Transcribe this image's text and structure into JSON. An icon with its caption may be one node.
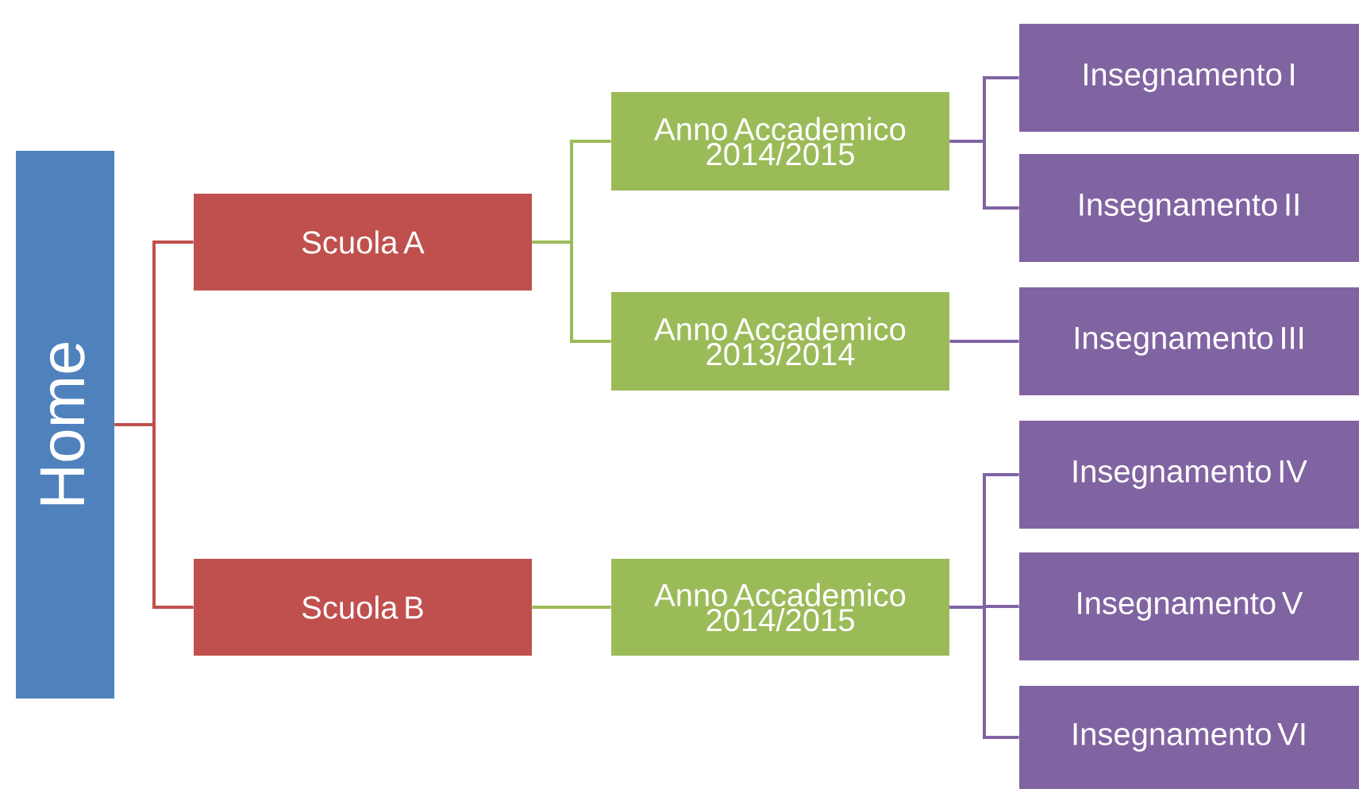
{
  "diagram": {
    "nodes": [
      {
        "text": [
          "Home"
        ]
      },
      {
        "text": [
          "Scuola A"
        ]
      },
      {
        "text": [
          "Scuola B"
        ]
      },
      {
        "text": [
          "Anno Accademico 2014/2015"
        ]
      },
      {
        "text": [
          "Anno Accademico 2013/2014"
        ]
      },
      {
        "text": [
          "Anno Accademico 2014/2015"
        ]
      },
      {
        "text": [
          "Insegnamento I"
        ]
      },
      {
        "text": [
          "Insegnamento II"
        ]
      },
      {
        "text": [
          "Insegnamento III"
        ]
      },
      {
        "text": [
          "Insegnamento IV"
        ]
      },
      {
        "text": [
          "Insegnamento V"
        ]
      },
      {
        "text": [
          "Insegnamento VI"
        ]
      }
    ],
    "edges": [
      {
        "from": 0,
        "to": 1,
        "arrow": "none",
        "color": "#c0504d"
      },
      {
        "from": 0,
        "to": 2,
        "arrow": "none",
        "color": "#c0504d"
      },
      {
        "from": 1,
        "to": 3,
        "arrow": "none",
        "color": "#9bbb59"
      },
      {
        "from": 1,
        "to": 4,
        "arrow": "none",
        "color": "#9bbb59"
      },
      {
        "from": 2,
        "to": 5,
        "arrow": "none",
        "color": "#9bbb59"
      },
      {
        "from": 3,
        "to": 6,
        "arrow": "none",
        "color": "#8064a2"
      },
      {
        "from": 3,
        "to": 7,
        "arrow": "none",
        "color": "#8064a2"
      },
      {
        "from": 4,
        "to": 8,
        "arrow": "none",
        "color": "#8064a2"
      },
      {
        "from": 5,
        "to": 9,
        "arrow": "none",
        "color": "#8064a2"
      },
      {
        "from": 5,
        "to": 10,
        "arrow": "none",
        "color": "#8064a2"
      },
      {
        "from": 5,
        "to": 11,
        "arrow": "none",
        "color": "#8064a2"
      }
    ]
  }
}
